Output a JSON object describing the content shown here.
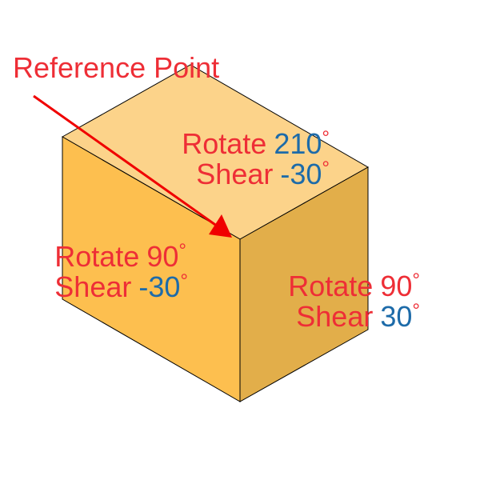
{
  "title": "Reference Point",
  "faces": {
    "top": {
      "rotate_label": "Rotate",
      "rotate_value": "210",
      "shear_label": "Shear",
      "shear_value": "-30",
      "degree": "°",
      "color": "#FCD38A"
    },
    "left": {
      "rotate_label": "Rotate",
      "rotate_value": "90",
      "shear_label": "Shear",
      "shear_value": "-30",
      "degree": "°",
      "color": "#FDBF4F"
    },
    "right": {
      "rotate_label": "Rotate",
      "rotate_value": "90",
      "shear_label": "Shear",
      "shear_value": "30",
      "degree": "°",
      "color": "#E2AE4A"
    }
  },
  "colors": {
    "label_red": "#EE2E36",
    "value_blue": "#1D6BA9",
    "arrow": "#F00000"
  }
}
